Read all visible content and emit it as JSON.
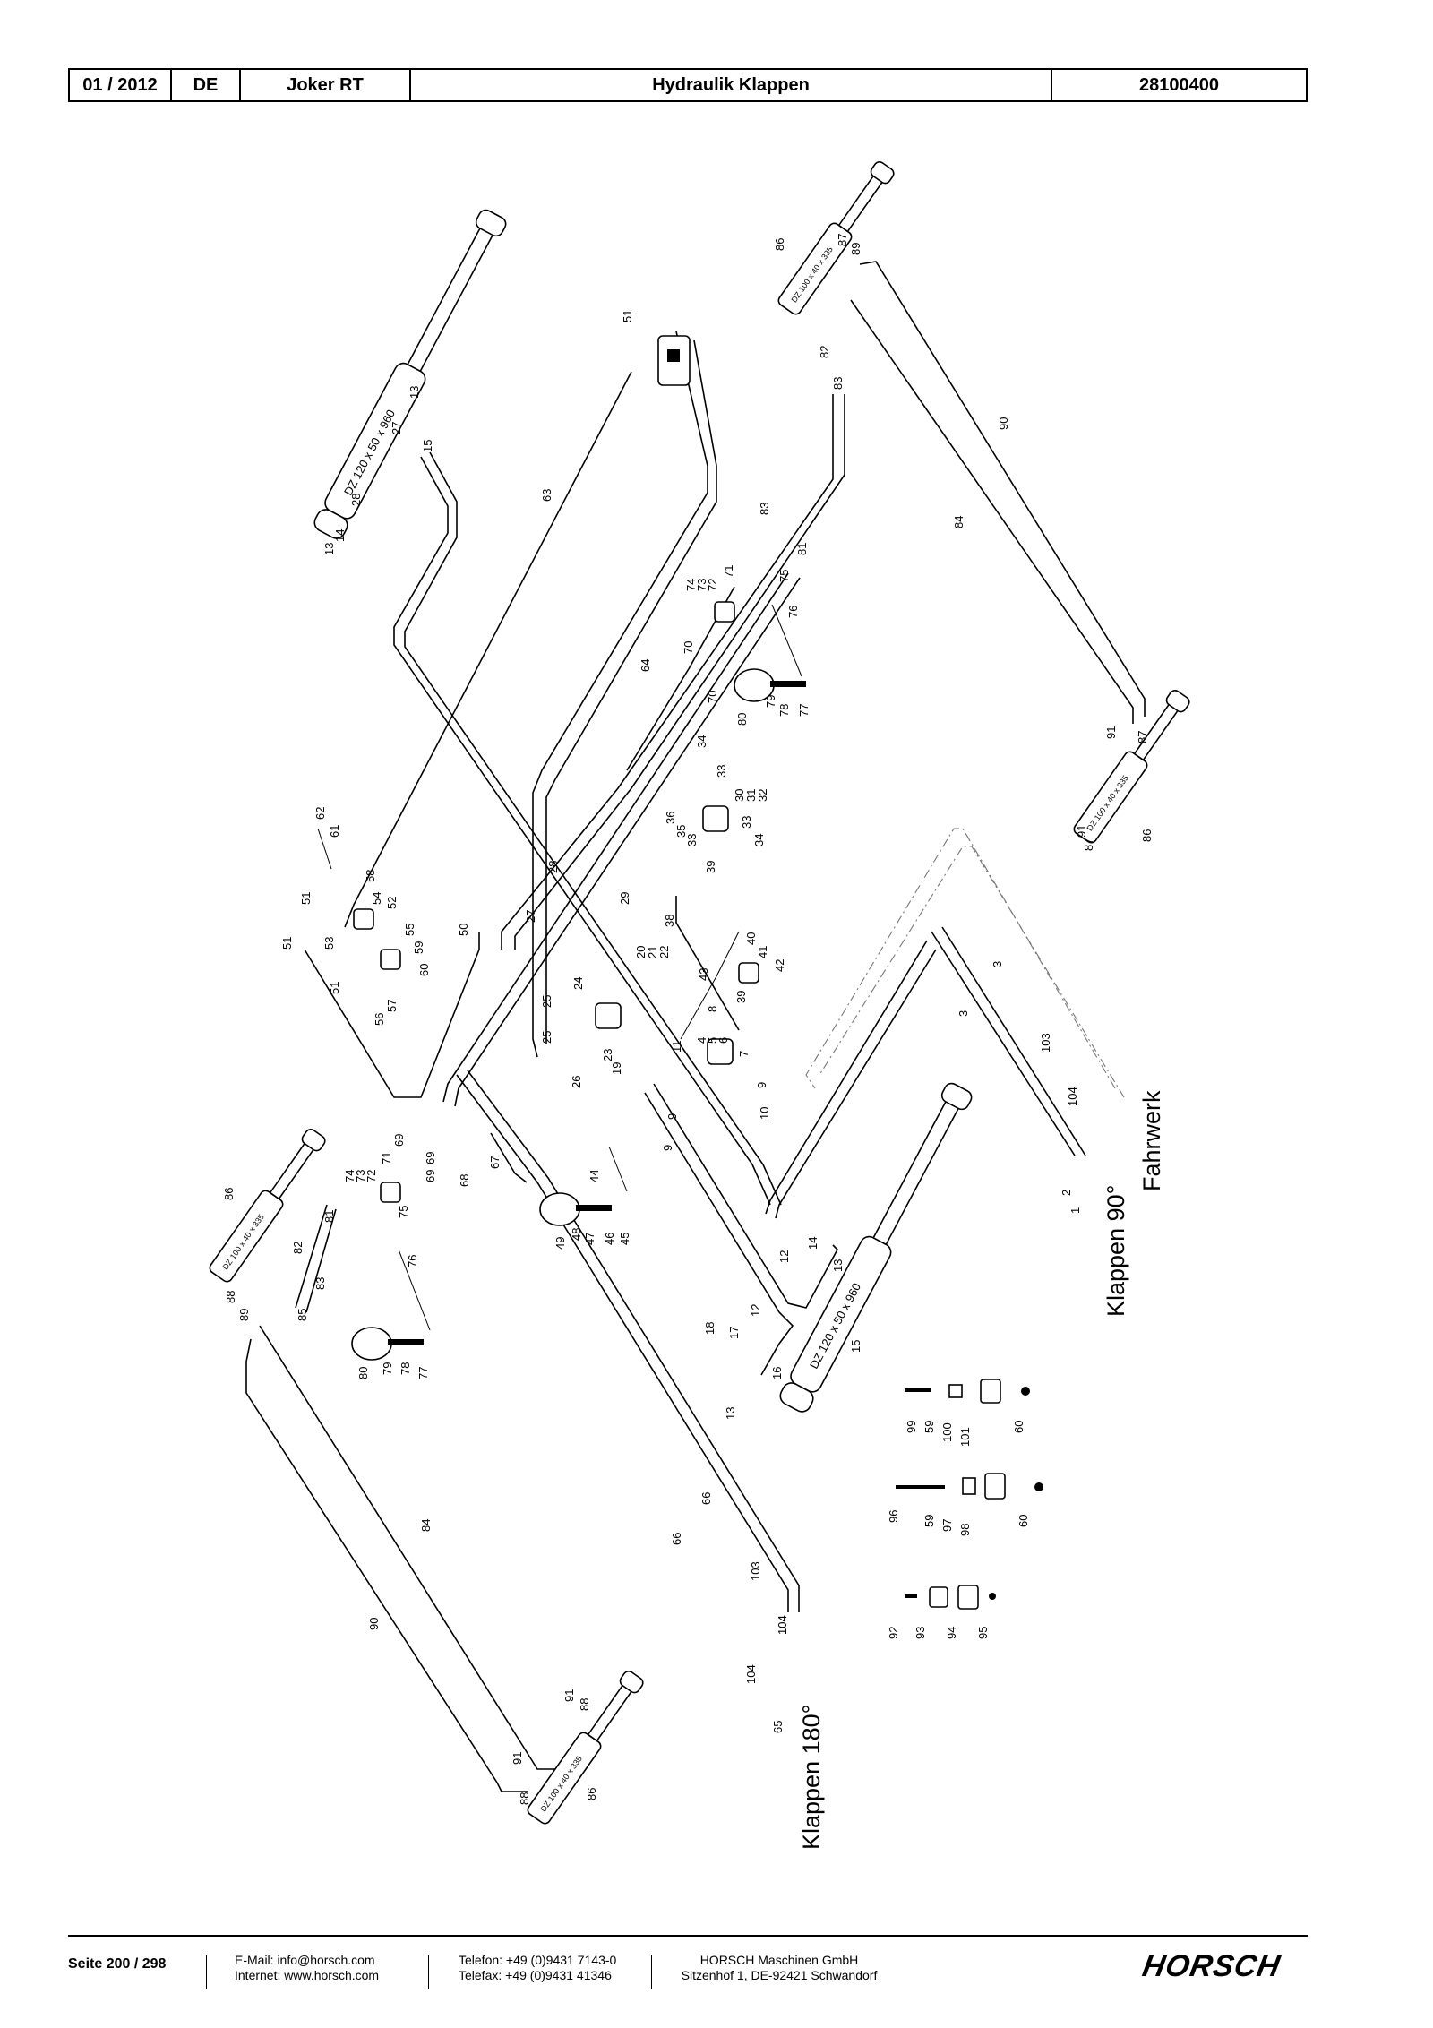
{
  "header": {
    "date": "01 / 2012",
    "lang": "DE",
    "machine": "Joker RT",
    "title": "Hydraulik Klappen",
    "code": "28100400"
  },
  "drawing": {
    "group_labels": {
      "fold_90": "Klappen 90°",
      "fold_180": "Klappen 180°",
      "chassis": "Fahrwerk"
    },
    "cylinder_labels": {
      "big": "DZ 120 x 50 x 960",
      "small": "DZ 100 x 40 x 335"
    },
    "part_numbers": {
      "p1": "1",
      "p2": "2",
      "p3a": "3",
      "p3b": "3",
      "p4": "4",
      "p5": "5",
      "p6": "6",
      "p7": "7",
      "p8": "8",
      "p9a": "9",
      "p9b": "9",
      "p9c": "9",
      "p10": "10",
      "p11": "11",
      "p12a": "12",
      "p12b": "12",
      "p13a": "13",
      "p13b": "13",
      "p13c": "13",
      "p13d": "13",
      "p14a": "14",
      "p14b": "14",
      "p15a": "15",
      "p15b": "15",
      "p16": "16",
      "p17": "17",
      "p18": "18",
      "p19": "19",
      "p20": "20",
      "p21": "21",
      "p22": "22",
      "p23": "23",
      "p24": "24",
      "p25a": "25",
      "p25b": "25",
      "p26": "26",
      "p27a": "27",
      "p27b": "27",
      "p28a": "28",
      "p28b": "28",
      "p29": "29",
      "p30": "30",
      "p31": "31",
      "p32": "32",
      "p33a": "33",
      "p33b": "33",
      "p33c": "33",
      "p34a": "34",
      "p34b": "34",
      "p35": "35",
      "p36": "36",
      "p38": "38",
      "p39a": "39",
      "p39b": "39",
      "p40": "40",
      "p41": "41",
      "p42": "42",
      "p43": "43",
      "p44": "44",
      "p45": "45",
      "p46": "46",
      "p47": "47",
      "p48": "48",
      "p49": "49",
      "p50": "50",
      "p51a": "51",
      "p51b": "51",
      "p51c": "51",
      "p51d": "51",
      "p52": "52",
      "p53": "53",
      "p54": "54",
      "p55": "55",
      "p56": "56",
      "p57": "57",
      "p58": "58",
      "p59a": "59",
      "p59b": "59",
      "p59c": "59",
      "p60a": "60",
      "p60b": "60",
      "p60c": "60",
      "p61": "61",
      "p62": "62",
      "p63": "63",
      "p64": "64",
      "p65": "65",
      "p66a": "66",
      "p66b": "66",
      "p67": "67",
      "p68": "68",
      "p69a": "69",
      "p69b": "69",
      "p69c": "69",
      "p70a": "70",
      "p70b": "70",
      "p71a": "71",
      "p71b": "71",
      "p72a": "72",
      "p72b": "72",
      "p73a": "73",
      "p73b": "73",
      "p74a": "74",
      "p74b": "74",
      "p75a": "75",
      "p75b": "75",
      "p76a": "76",
      "p76b": "76",
      "p77a": "77",
      "p77b": "77",
      "p78a": "78",
      "p78b": "78",
      "p79a": "79",
      "p79b": "79",
      "p80a": "80",
      "p80b": "80",
      "p81a": "81",
      "p81b": "81",
      "p82a": "82",
      "p82b": "82",
      "p83a": "83",
      "p83b": "83",
      "p83c": "83",
      "p84a": "84",
      "p84b": "84",
      "p85": "85",
      "p86a": "86",
      "p86b": "86",
      "p86c": "86",
      "p86d": "86",
      "p87a": "87",
      "p87b": "87",
      "p87c": "87",
      "p88a": "88",
      "p88b": "88",
      "p88c": "88",
      "p89a": "89",
      "p89b": "89",
      "p90a": "90",
      "p90b": "90",
      "p91a": "91",
      "p91b": "91",
      "p91c": "91",
      "p91d": "91",
      "p92": "92",
      "p93": "93",
      "p94": "94",
      "p95": "95",
      "p96": "96",
      "p97": "97",
      "p98": "98",
      "p99": "99",
      "p100": "100",
      "p101": "101",
      "p103a": "103",
      "p103b": "103",
      "p104a": "104",
      "p104b": "104",
      "p104c": "104"
    }
  },
  "footer": {
    "page": "Seite 200 / 298",
    "email": "E-Mail: info@horsch.com",
    "internet": "Internet: www.horsch.com",
    "phone": "Telefon: +49 (0)9431 7143-0",
    "fax": "Telefax: +49 (0)9431 41346",
    "company": "HORSCH Maschinen GmbH",
    "address": "Sitzenhof 1, DE-92421 Schwandorf",
    "logo": "HORSCH"
  }
}
